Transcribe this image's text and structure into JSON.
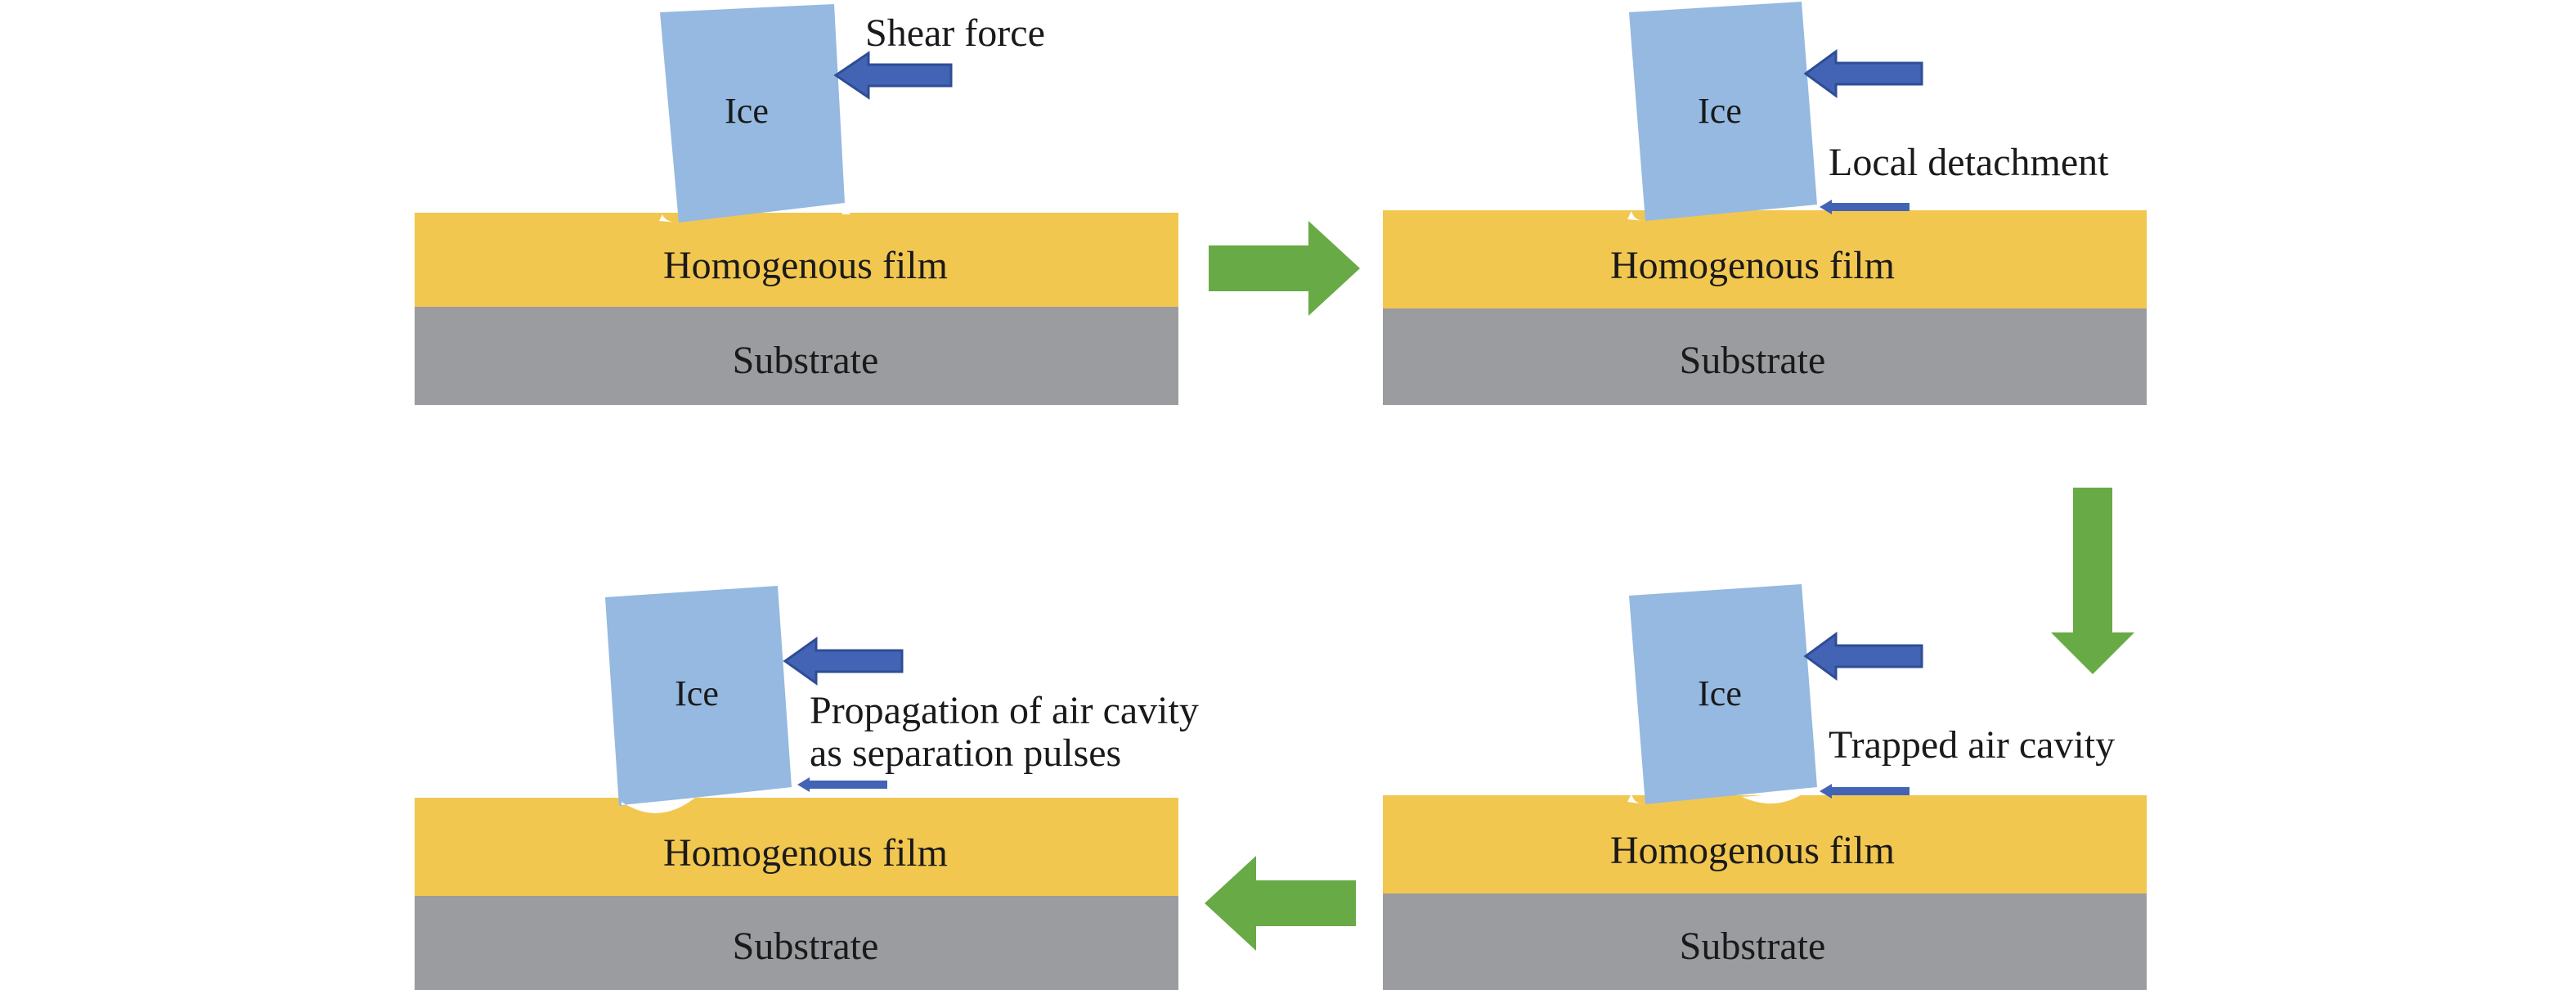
{
  "colors": {
    "ice": "#95b9e0",
    "film": "#f2c750",
    "substrate": "#9b9c9f",
    "force_arrow_fill": "#4364b5",
    "force_arrow_edge": "#2f4d95",
    "flow_arrow": "#68aa45",
    "text": "#1a1a1a"
  },
  "panels": {
    "top_left": {
      "ice_label": "Ice",
      "film_label": "Homogenous film",
      "substrate_label": "Substrate",
      "annotation": "Shear force"
    },
    "top_right": {
      "ice_label": "Ice",
      "film_label": "Homogenous film",
      "substrate_label": "Substrate",
      "annotation": "Local detachment"
    },
    "bottom_right": {
      "ice_label": "Ice",
      "film_label": "Homogenous film",
      "substrate_label": "Substrate",
      "annotation": "Trapped air cavity"
    },
    "bottom_left": {
      "ice_label": "Ice",
      "film_label": "Homogenous film",
      "substrate_label": "Substrate",
      "annotation_line1": "Propagation of air cavity",
      "annotation_line2": "as separation pulses"
    }
  },
  "flow": [
    "right",
    "down",
    "left"
  ]
}
